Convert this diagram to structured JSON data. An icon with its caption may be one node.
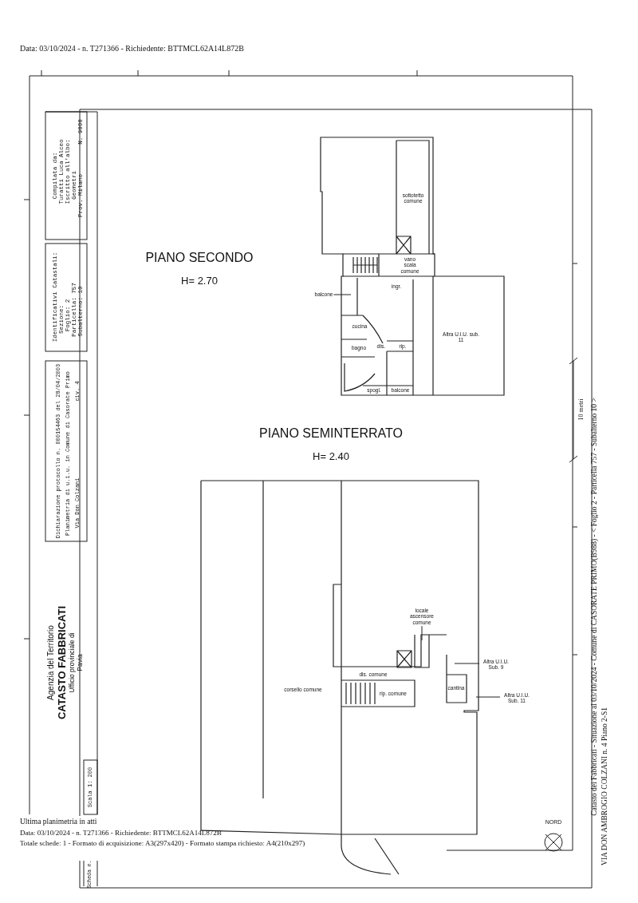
{
  "diagram": {
    "nodes": [
      {
        "text": [
          "balcone"
        ]
      },
      {
        "text": [
          "locale ascensore comune"
        ]
      },
      {
        "text": [
          "Altra U.I.U. Sub. 9"
        ]
      },
      {
        "text": [
          "Altra U.I.U. Sub. 11"
        ]
      }
    ],
    "edges": [
      {
        "from": 0,
        "to": null,
        "arrow": "none"
      },
      {
        "from": 1,
        "to": null,
        "arrow": "none"
      },
      {
        "from": 2,
        "to": null,
        "arrow": "none"
      },
      {
        "from": 3,
        "to": null,
        "arrow": "none"
      }
    ],
    "labels": [
      "Data: 03/10/2024 - n. T271366 - Richiedente: BTTMCL62A14L872B",
      "Dichiarazione protocollo n. 000154463 del 28/04/2003",
      "Planimetria di u.i.u. in Comune di Casorate Primo",
      "Via Don Colzani",
      "civ. 4",
      "Identificativi Catastali:",
      "Sezione:",
      "Foglio: 2",
      "Particella: 757",
      "Subalterno: 10",
      "Compilata da:",
      "Turatti Luca Alceo",
      "Iscritto all'albo:",
      "Geometri",
      "Prov. Milano",
      "N. 9000",
      "Agenzia del Territorio",
      "CATASTO FABBRICATI",
      "Ufficio provinciale di Pavia",
      "Scala 1: 200",
      "Scheda n.",
      "PIANO SECONDO",
      "H= 2.70",
      "sottotetto comune",
      "vano scala comune",
      "ingr.",
      "cucina",
      "bagno",
      "dis.",
      "rip.",
      "spogl.",
      "balcone",
      "Altra U.I.U. sub. 11",
      "PIANO SEMINTERRATO",
      "H= 2.40",
      "dis. comune",
      "rip. comune",
      "cantina",
      "corsello comune",
      "10 metri",
      "Catasto dei Fabbricati - Situazione al 03/10/2024 - Comune di CASORATE PRIMO(B988) - < Foglio 2 - Particella 757 - Subalterno 10 >",
      "VIA DON AMBROGIO COLZANI n. 4 Piano 2-S1",
      "NORD",
      "Ultima planimetria in atti",
      "Data: 03/10/2024 - n. T271366 - Richiedente: BTTMCL62A14L872B",
      "Totale schede: 1 - Formato di acquisizione: A3(297x420) - Formato stampa richiesto: A4(210x297)"
    ]
  }
}
